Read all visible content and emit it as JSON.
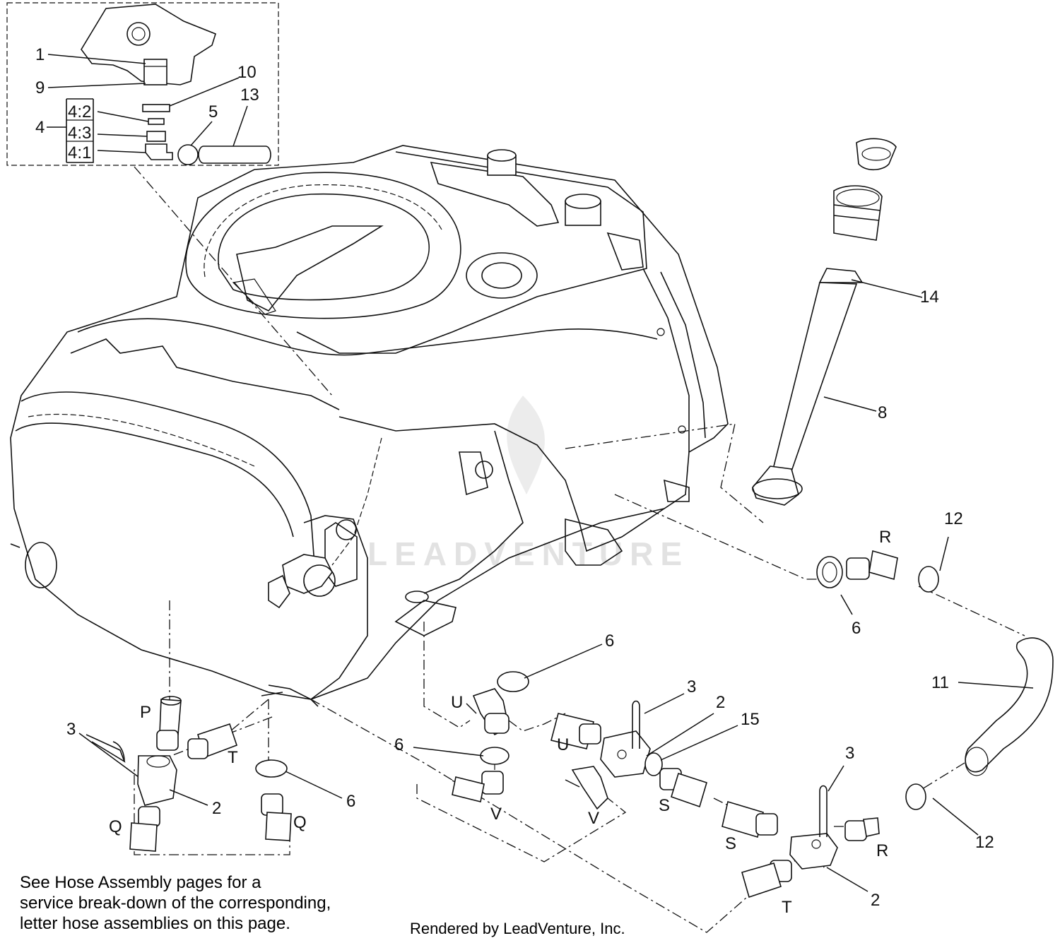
{
  "labels": {
    "c1": "1",
    "c9": "9",
    "c10": "10",
    "c4": "4",
    "c4_2": "4:2",
    "c4_3": "4:3",
    "c4_1": "4:1",
    "c5": "5",
    "c13": "13",
    "c14": "14",
    "c8": "8",
    "c12a": "12",
    "cRa": "R",
    "c6a": "6",
    "c11": "11",
    "c6b": "6",
    "cUa": "U",
    "c3a": "3",
    "c2a": "2",
    "c15": "15",
    "cUb": "U",
    "c6c": "6",
    "cVa": "V",
    "cVb": "V",
    "cSa": "S",
    "cP": "P",
    "c3b": "3",
    "cTa": "T",
    "c2b": "2",
    "c6d": "6",
    "cQa": "Q",
    "cQb": "Q",
    "c3c": "3",
    "cSb": "S",
    "cRb": "R",
    "c12b": "12",
    "c2c": "2",
    "cTb": "T"
  },
  "note": {
    "line1": "See Hose Assembly pages for a",
    "line2": "service break-down of the corresponding,",
    "line3": "letter hose assemblies on this page."
  },
  "credit": "Rendered by LeadVenture, Inc.",
  "watermark": "LEADVENTURE"
}
